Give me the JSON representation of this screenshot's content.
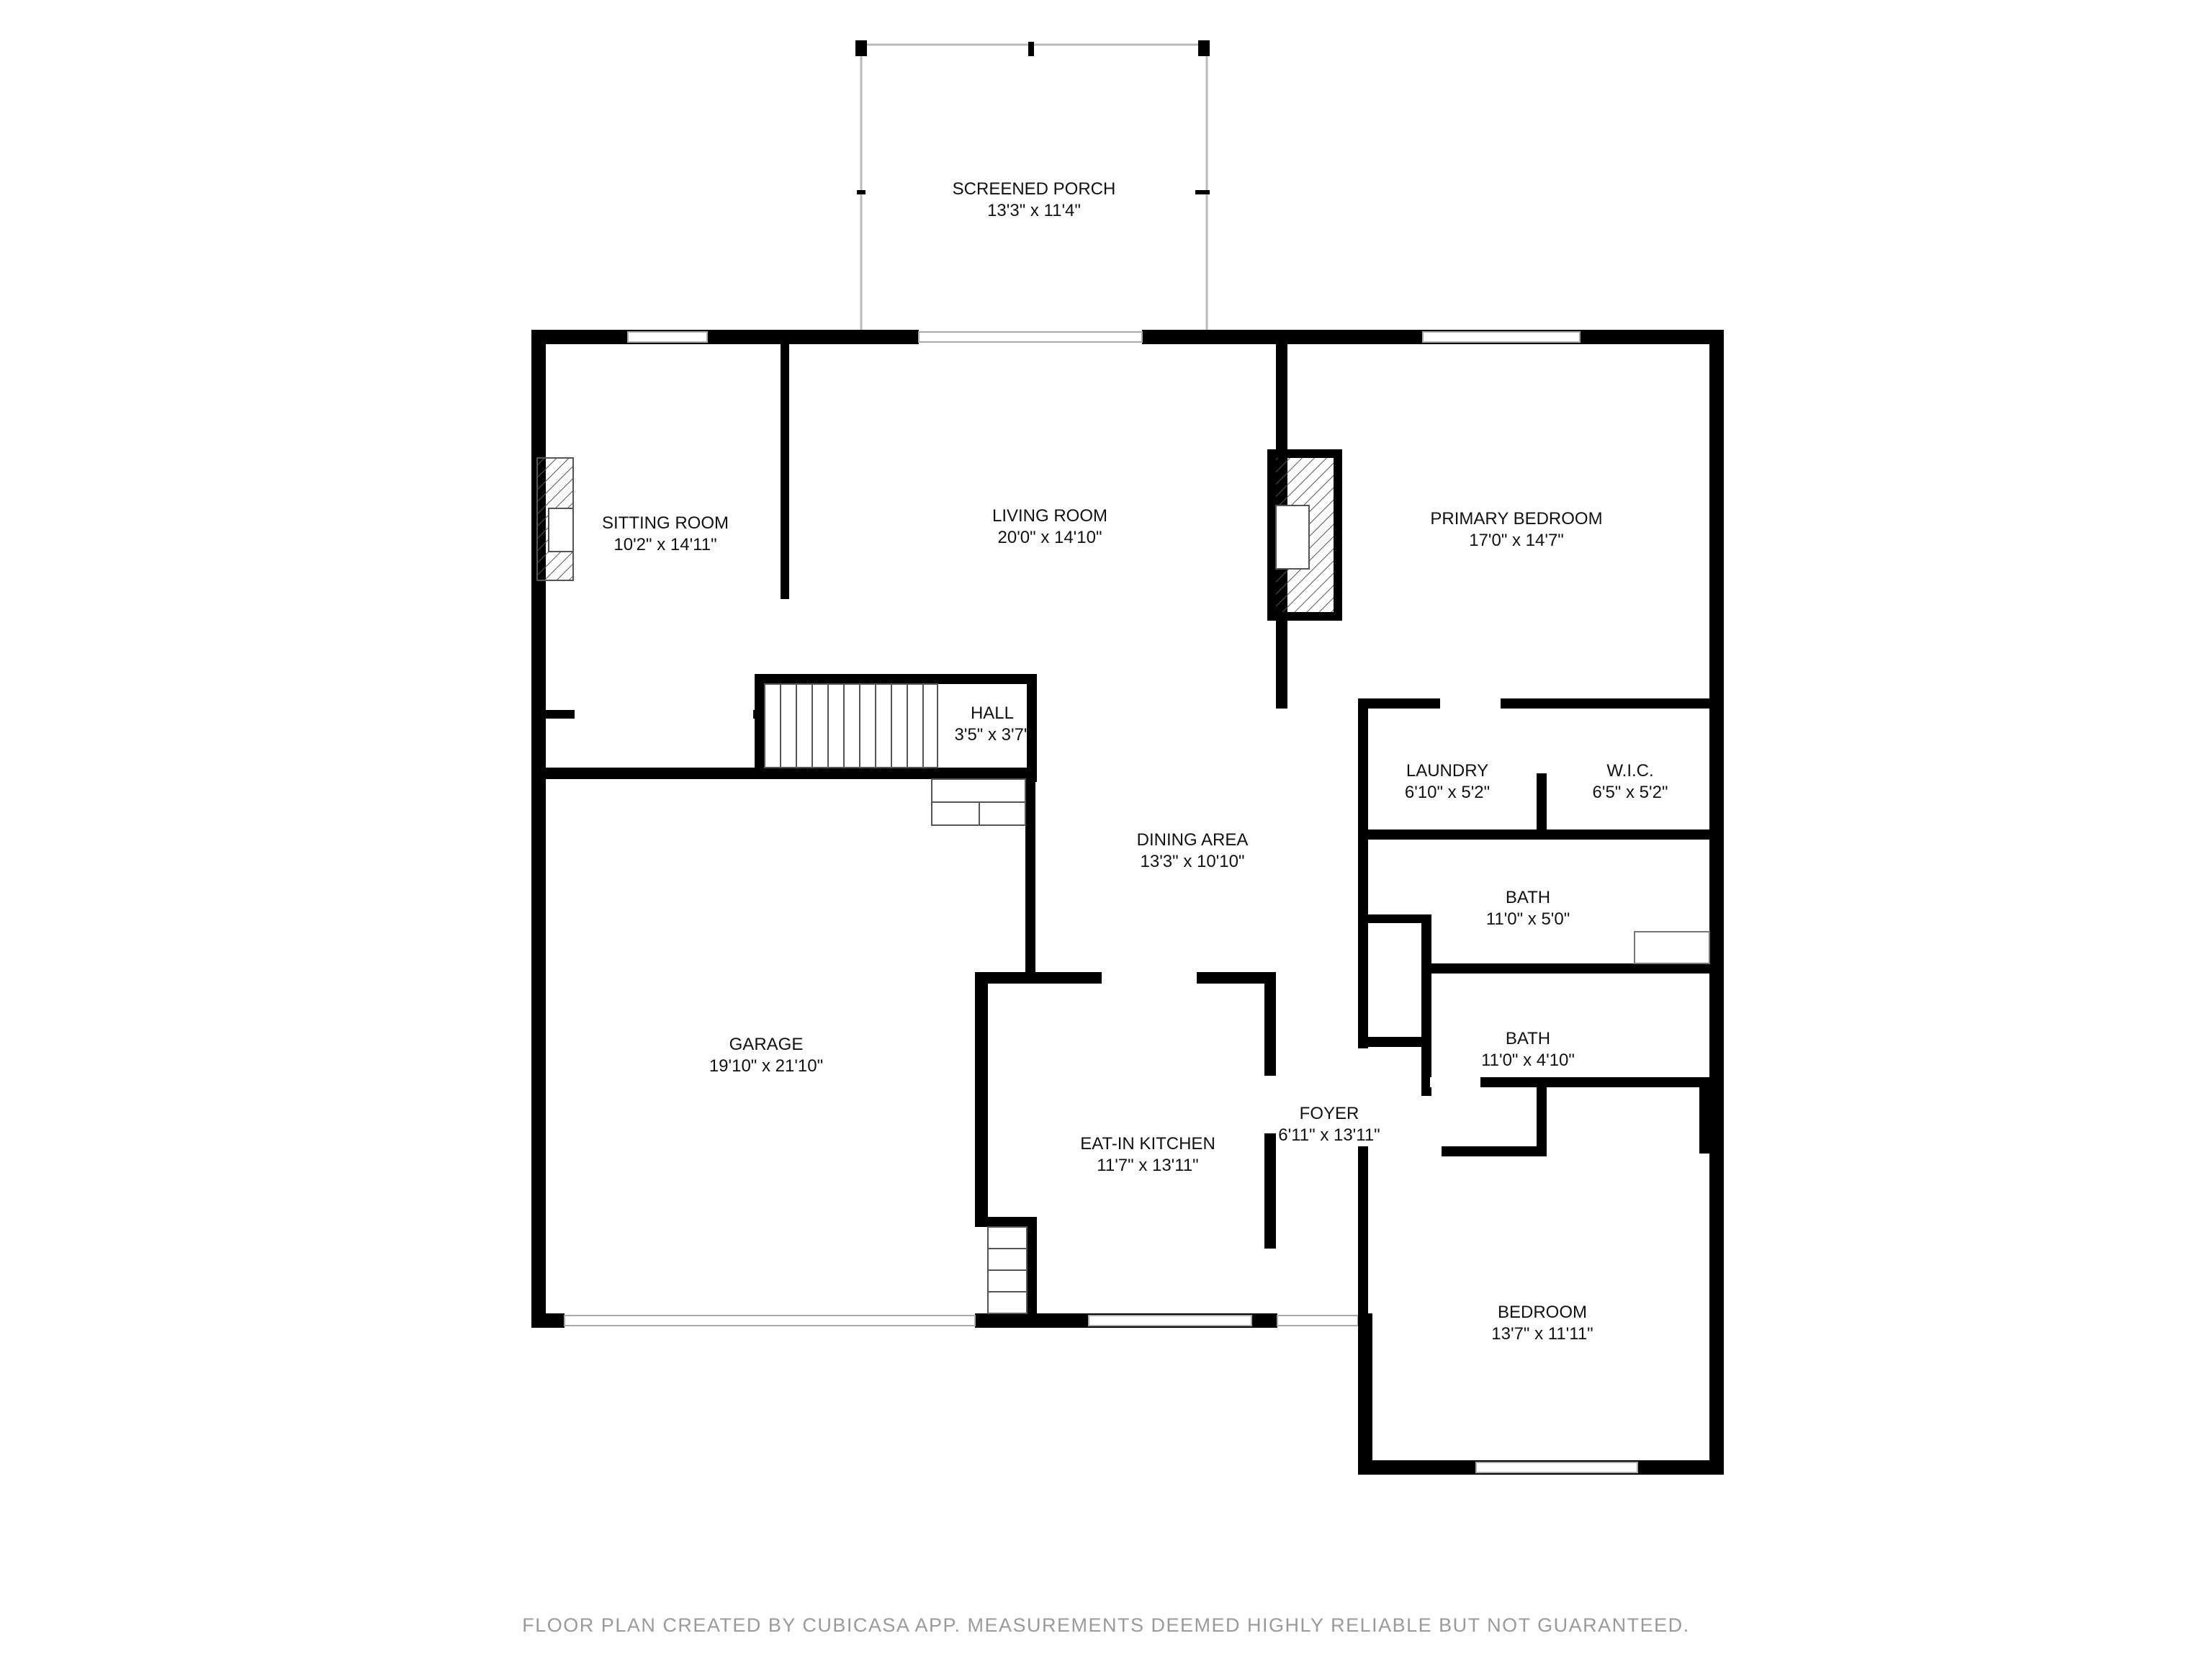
{
  "rooms": {
    "screened_porch": {
      "name": "SCREENED PORCH",
      "size": "13'3\" x 11'4\""
    },
    "sitting_room": {
      "name": "SITTING ROOM",
      "size": "10'2\" x 14'11\""
    },
    "living_room": {
      "name": "LIVING ROOM",
      "size": "20'0\" x 14'10\""
    },
    "primary_bedroom": {
      "name": "PRIMARY BEDROOM",
      "size": "17'0\" x 14'7\""
    },
    "hall": {
      "name": "HALL",
      "size": "3'5\" x 3'7\""
    },
    "laundry": {
      "name": "LAUNDRY",
      "size": "6'10\" x 5'2\""
    },
    "wic": {
      "name": "W.I.C.",
      "size": "6'5\" x 5'2\""
    },
    "dining_area": {
      "name": "DINING AREA",
      "size": "13'3\" x 10'10\""
    },
    "bath_1": {
      "name": "BATH",
      "size": "11'0\" x 5'0\""
    },
    "bath_2": {
      "name": "BATH",
      "size": "11'0\" x 4'10\""
    },
    "garage": {
      "name": "GARAGE",
      "size": "19'10\" x 21'10\""
    },
    "foyer": {
      "name": "FOYER",
      "size": "6'11\" x 13'11\""
    },
    "eat_in_kitchen": {
      "name": "EAT-IN KITCHEN",
      "size": "11'7\" x 13'11\""
    },
    "bedroom": {
      "name": "BEDROOM",
      "size": "13'7\" x 11'11\""
    }
  },
  "footer": "FLOOR PLAN CREATED BY CUBICASA APP. MEASUREMENTS DEEMED HIGHLY RELIABLE BUT NOT GUARANTEED.",
  "colors": {
    "wall": "#000000",
    "background": "#ffffff",
    "footer_text": "#9a9a9a",
    "window": "#cccccc"
  }
}
